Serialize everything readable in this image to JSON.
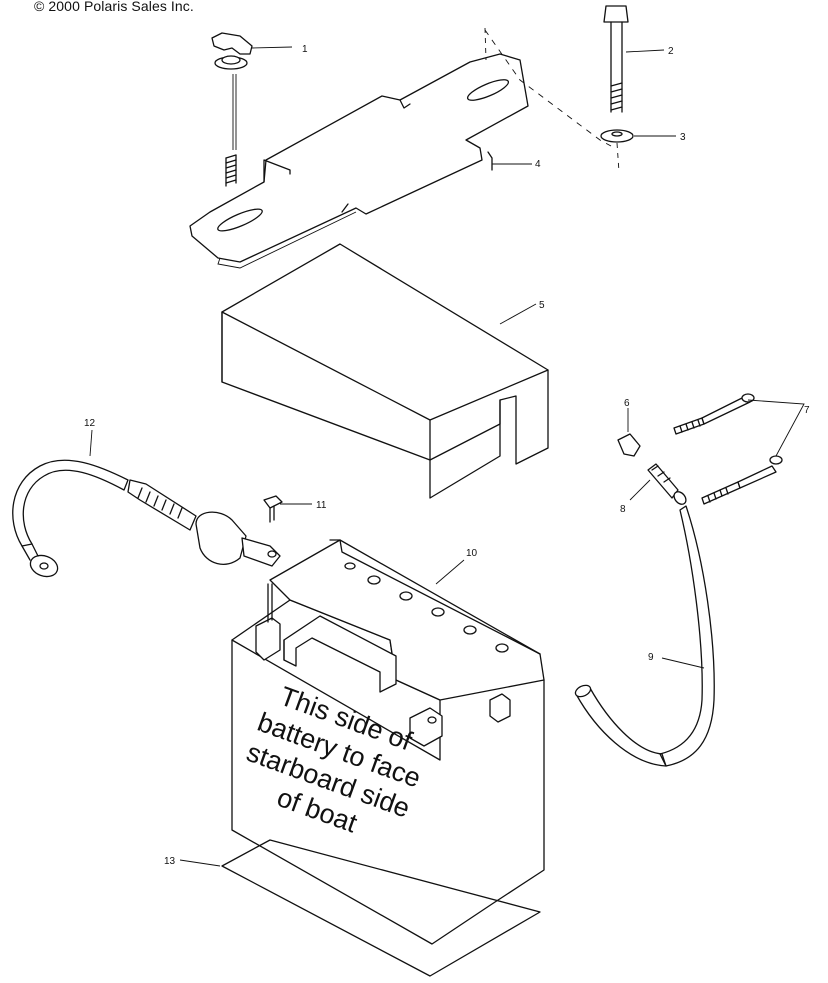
{
  "copyright": "© 2000 Polaris Sales Inc.",
  "battery_label": [
    "This side of",
    "battery to face",
    "starboard side",
    "of boat"
  ],
  "callouts": [
    "1",
    "2",
    "3",
    "4",
    "5",
    "6",
    "7",
    "8",
    "9",
    "10",
    "11",
    "12",
    "13"
  ]
}
